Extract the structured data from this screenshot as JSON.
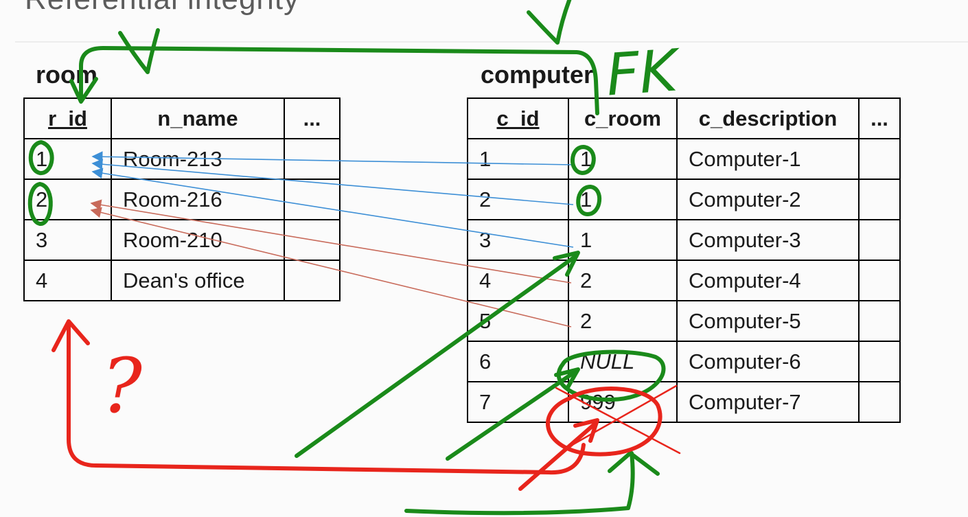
{
  "slide": {
    "title": "Referential integrity"
  },
  "room": {
    "caption": "room",
    "columns": [
      "r_id",
      "n_name",
      "..."
    ],
    "rows": [
      [
        "1",
        "Room-213",
        ""
      ],
      [
        "2",
        "Room-216",
        ""
      ],
      [
        "3",
        "Room-210",
        ""
      ],
      [
        "4",
        "Dean's office",
        ""
      ]
    ]
  },
  "computer": {
    "caption": "computer",
    "columns": [
      "c_id",
      "c_room",
      "c_description",
      "..."
    ],
    "rows": [
      [
        "1",
        "1",
        "Computer-1",
        ""
      ],
      [
        "2",
        "1",
        "Computer-2",
        ""
      ],
      [
        "3",
        "1",
        "Computer-3",
        ""
      ],
      [
        "4",
        "2",
        "Computer-4",
        ""
      ],
      [
        "5",
        "2",
        "Computer-5",
        ""
      ],
      [
        "6",
        "NULL",
        "Computer-6",
        ""
      ],
      [
        "7",
        "999",
        "Computer-7",
        ""
      ]
    ]
  },
  "annotations": {
    "fk_label": "FK",
    "question_mark": "?",
    "ink_green": "#1a8a1a",
    "ink_red": "#e8251c",
    "arrow_blue": "#3d8fd6",
    "arrow_brown": "#c86a5a"
  }
}
